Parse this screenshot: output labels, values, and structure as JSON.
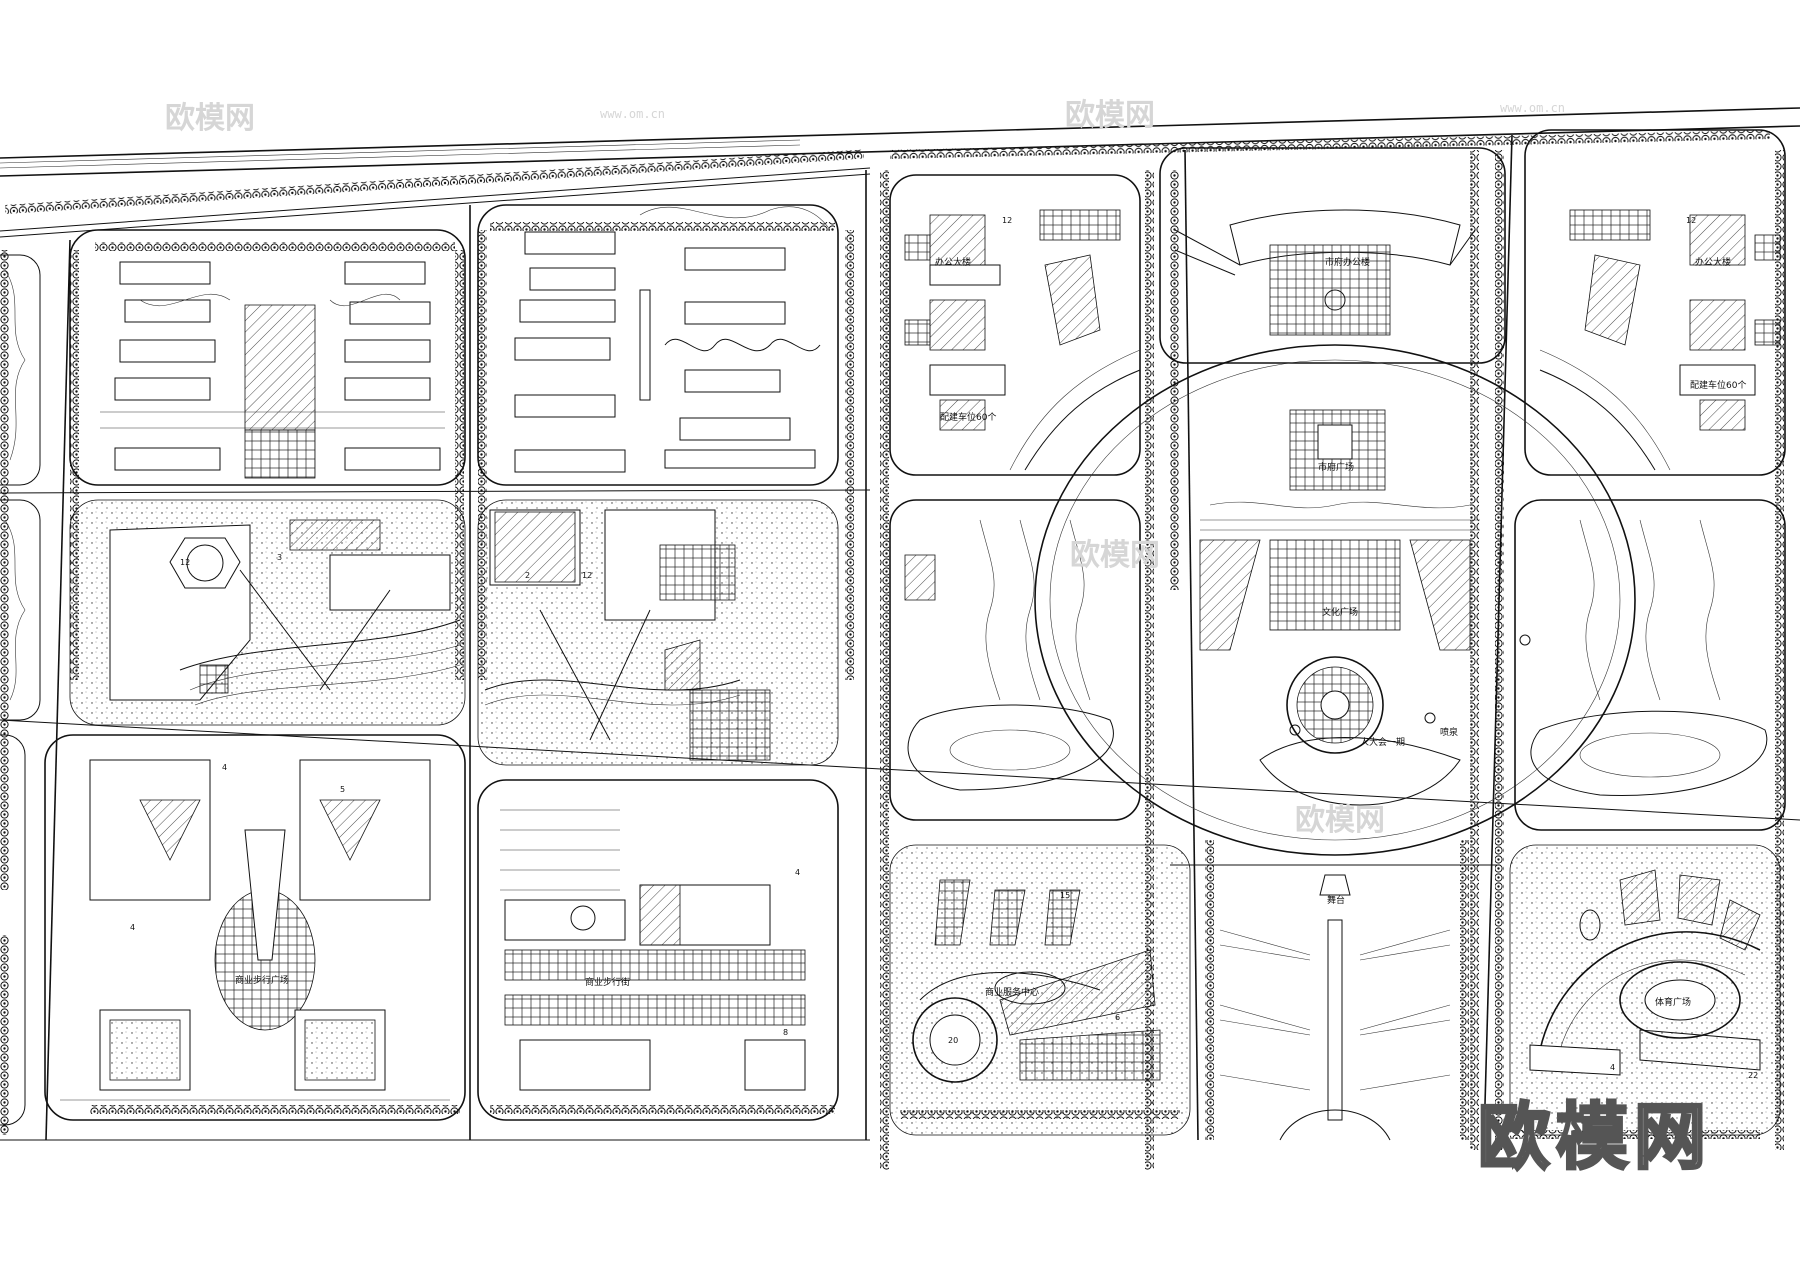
{
  "watermark": {
    "brand": "欧模网",
    "site": "www.om.cn"
  },
  "labels": {
    "admin_building": "市府办公楼",
    "admin_plaza": "市府广场",
    "grand_plaza": "文化广场",
    "people_hall": "人大会一期",
    "west_tower": "办公大楼",
    "east_tower": "办公大楼",
    "parking_west": "配建车位60个",
    "parking_east": "配建车位60个",
    "commercial_plaza": "商业步行广场",
    "commercial_street": "商业步行街",
    "business_center": "商业服务中心",
    "sports_plaza": "体育广场",
    "stage": "舞台",
    "spring": "喷泉"
  },
  "floors": [
    "12",
    "4",
    "3",
    "5",
    "2",
    "6",
    "8",
    "20",
    "15",
    "22"
  ],
  "colors": {
    "line": "#111111",
    "brand_stroke": "#555555",
    "watermark": "#d6d6d6"
  }
}
